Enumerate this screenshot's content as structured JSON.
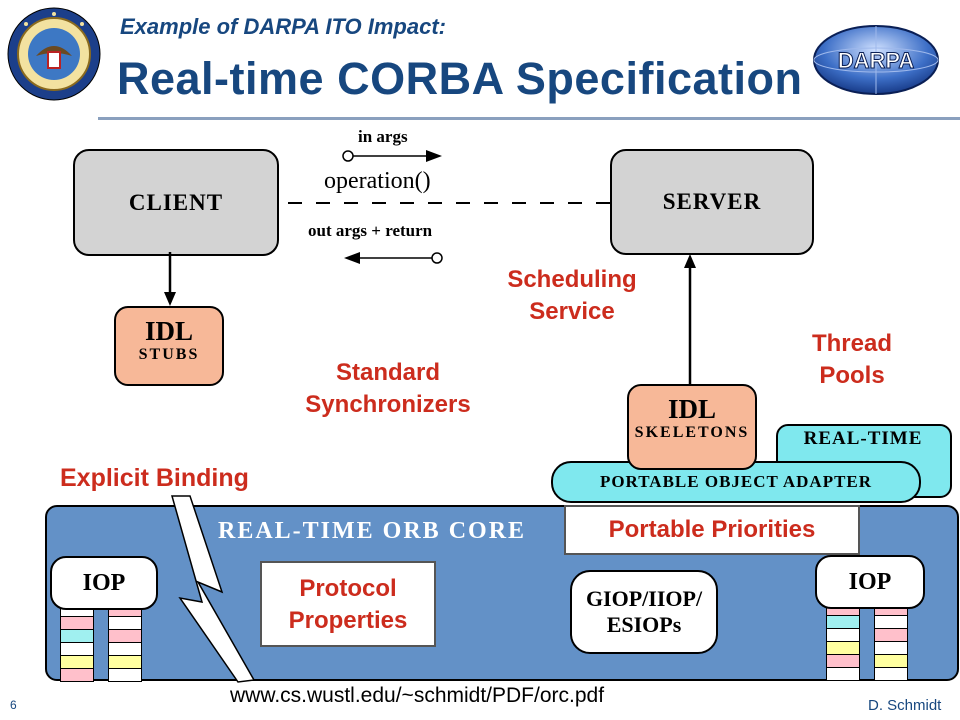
{
  "header": {
    "subtitle": "Example of DARPA ITO Impact:",
    "title": "Real-time CORBA Specification",
    "logo_text": "DARPA"
  },
  "diagram": {
    "client_label": "CLIENT",
    "server_label": "SERVER",
    "in_args": "in args",
    "operation": "operation()",
    "out_args": "out args + return",
    "idl_stubs": {
      "top": "IDL",
      "bottom": "STUBS"
    },
    "idl_skeletons": {
      "top": "IDL",
      "bottom": "SKELETONS"
    },
    "realtime_label": "REAL-TIME",
    "poa_label": "PORTABLE OBJECT ADAPTER",
    "orb_core_label": "REAL-TIME ORB CORE",
    "giop": {
      "line1": "GIOP/IIOP/",
      "line2": "ESIOPs"
    },
    "iop_left": "IOP",
    "iop_right": "IOP"
  },
  "annotations": {
    "scheduling": [
      "Scheduling",
      "Service"
    ],
    "thread_pools": [
      "Thread",
      "Pools"
    ],
    "synchronizers": [
      "Standard",
      "Synchronizers"
    ],
    "explicit_binding": "Explicit Binding",
    "portable_priorities": "Portable Priorities",
    "protocol_properties": [
      "Protocol",
      "Properties"
    ]
  },
  "footer": {
    "url": "www.cs.wustl.edu/~schmidt/PDF/orc.pdf",
    "page_number": "6",
    "author": "D. Schmidt"
  },
  "colors": {
    "title_blue": "#17477f",
    "annotation_red": "#cc2c1d",
    "orb_blue": "#6391c7",
    "poa_cyan": "#7fe8ee",
    "idl_peach": "#f7b898",
    "box_grey": "#d3d3d3"
  }
}
